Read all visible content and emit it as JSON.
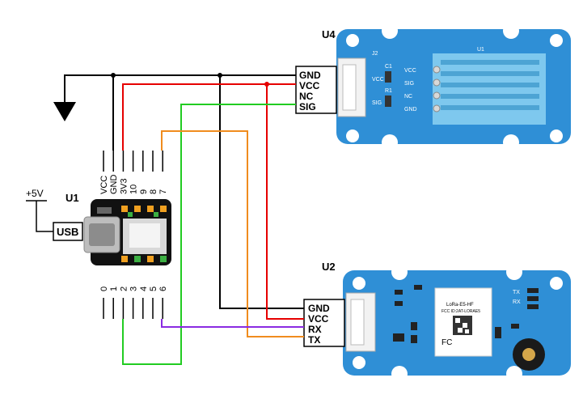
{
  "components": {
    "u1": {
      "ref": "U1",
      "usb_label": "USB",
      "top_pins": [
        "VCC",
        "GND",
        "3V3",
        "10",
        "9",
        "8",
        "7"
      ],
      "bottom_pins": [
        "0",
        "1",
        "2",
        "3",
        "4",
        "5",
        "6"
      ]
    },
    "u2": {
      "ref": "U2",
      "pins": [
        "GND",
        "VCC",
        "RX",
        "TX"
      ],
      "module_label": "LoRa-E5-HF",
      "module_sub": "FCC ID:2AT-LORAE5",
      "fc_mark": "FC",
      "led_labels": [
        "TX",
        "RX"
      ]
    },
    "u4": {
      "ref": "U4",
      "pins": [
        "GND",
        "VCC",
        "NC",
        "SIG"
      ],
      "connector_label": "J2",
      "sensor_label": "U1",
      "board_pins": [
        "VCC",
        "SIG",
        "NC",
        "GND"
      ],
      "silk_c1": "C1",
      "silk_r1": "R1"
    },
    "power": {
      "label": "+5V"
    }
  },
  "colors": {
    "gnd_wire": "#000000",
    "vcc_wire": "#e60000",
    "sig_wire": "#22cc22",
    "orange_wire": "#f08c1e",
    "purple_wire": "#8a2be2",
    "grove_board": "#2f8fd6",
    "sensor_body": "#7ec8ee",
    "xiao_board": "#111111"
  }
}
